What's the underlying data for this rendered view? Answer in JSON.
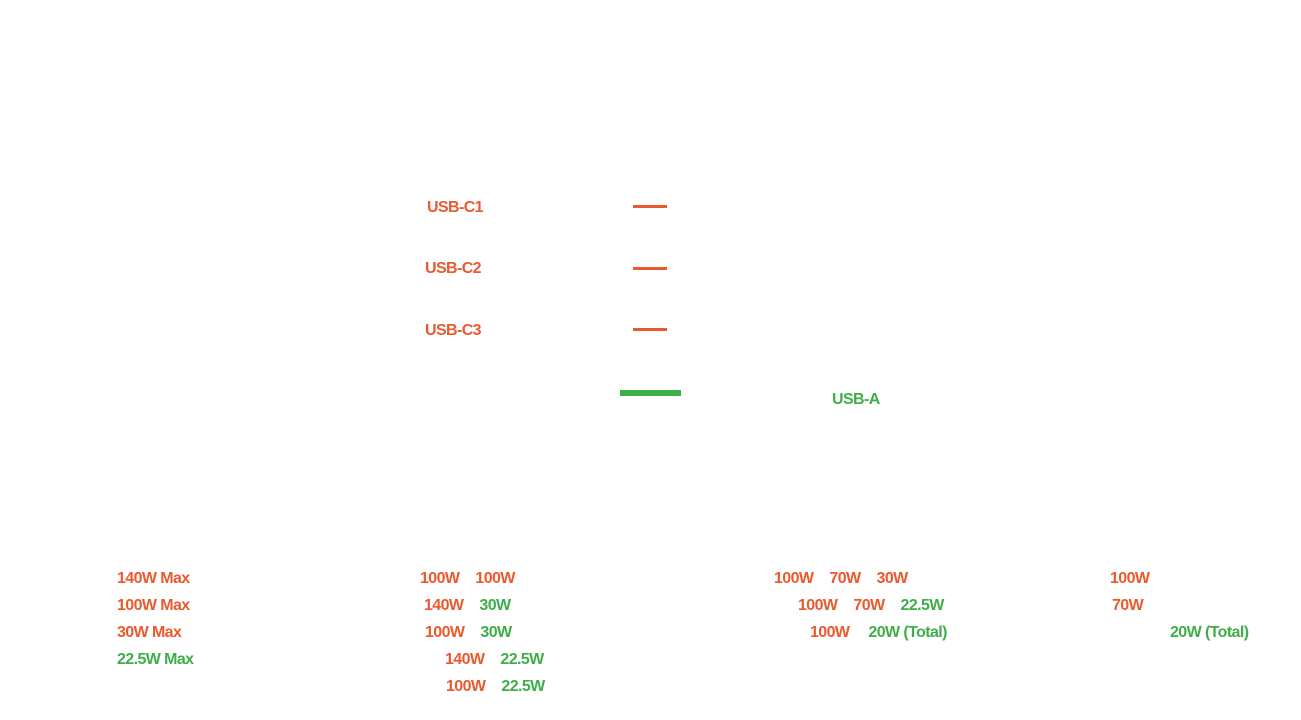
{
  "ports": {
    "usb_c1": "USB-C1",
    "usb_c2": "USB-C2",
    "usb_c3": "USB-C3",
    "usb_a": "USB-A"
  },
  "columns": {
    "single": [
      "140W Max",
      "100W Max",
      "30W Max",
      "22.5W Max"
    ],
    "dual": [
      [
        "100W",
        "100W"
      ],
      [
        "140W",
        "30W"
      ],
      [
        "100W",
        "30W"
      ],
      [
        "140W",
        "22.5W"
      ],
      [
        "100W",
        "22.5W"
      ]
    ],
    "triple": [
      [
        "100W",
        "70W",
        "30W"
      ],
      [
        "100W",
        "70W",
        "22.5W"
      ],
      [
        "100W",
        "20W (Total)"
      ]
    ],
    "quad": [
      [
        "100W"
      ],
      [
        "70W"
      ],
      [
        "20W (Total)"
      ]
    ]
  },
  "colors": {
    "usb_c": "#ea5a2e",
    "usb_a": "#3fae49"
  }
}
